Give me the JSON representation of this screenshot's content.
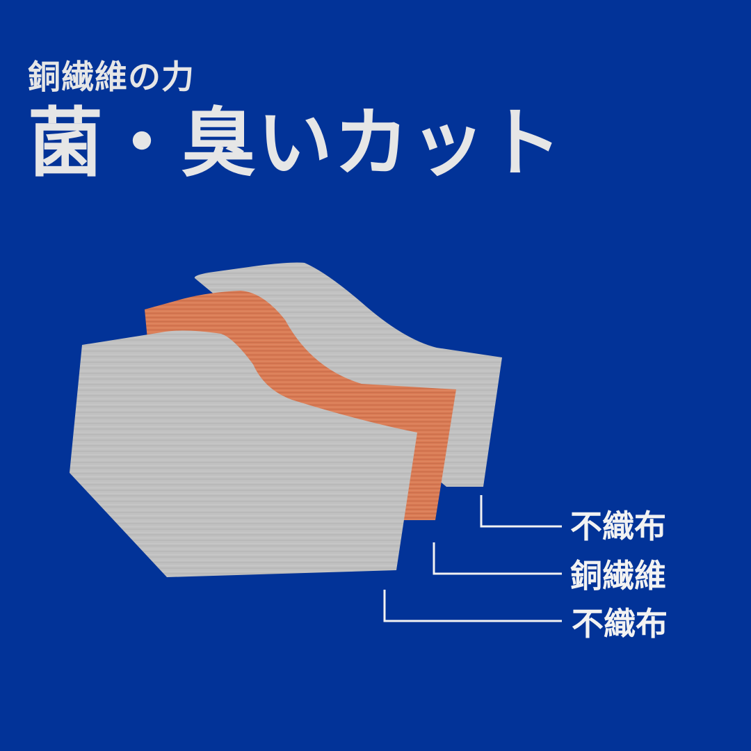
{
  "heading": {
    "subtitle": "銅繊維の力",
    "title": "菌・臭いカット"
  },
  "layers": [
    {
      "label": "不織布"
    },
    {
      "label": "銅繊維"
    },
    {
      "label": "不織布"
    }
  ],
  "colors": {
    "background": "#023398",
    "nonwoven": "#c1c1c1",
    "copper_fiber": "#d97b55",
    "text": "#e6e6e6"
  }
}
